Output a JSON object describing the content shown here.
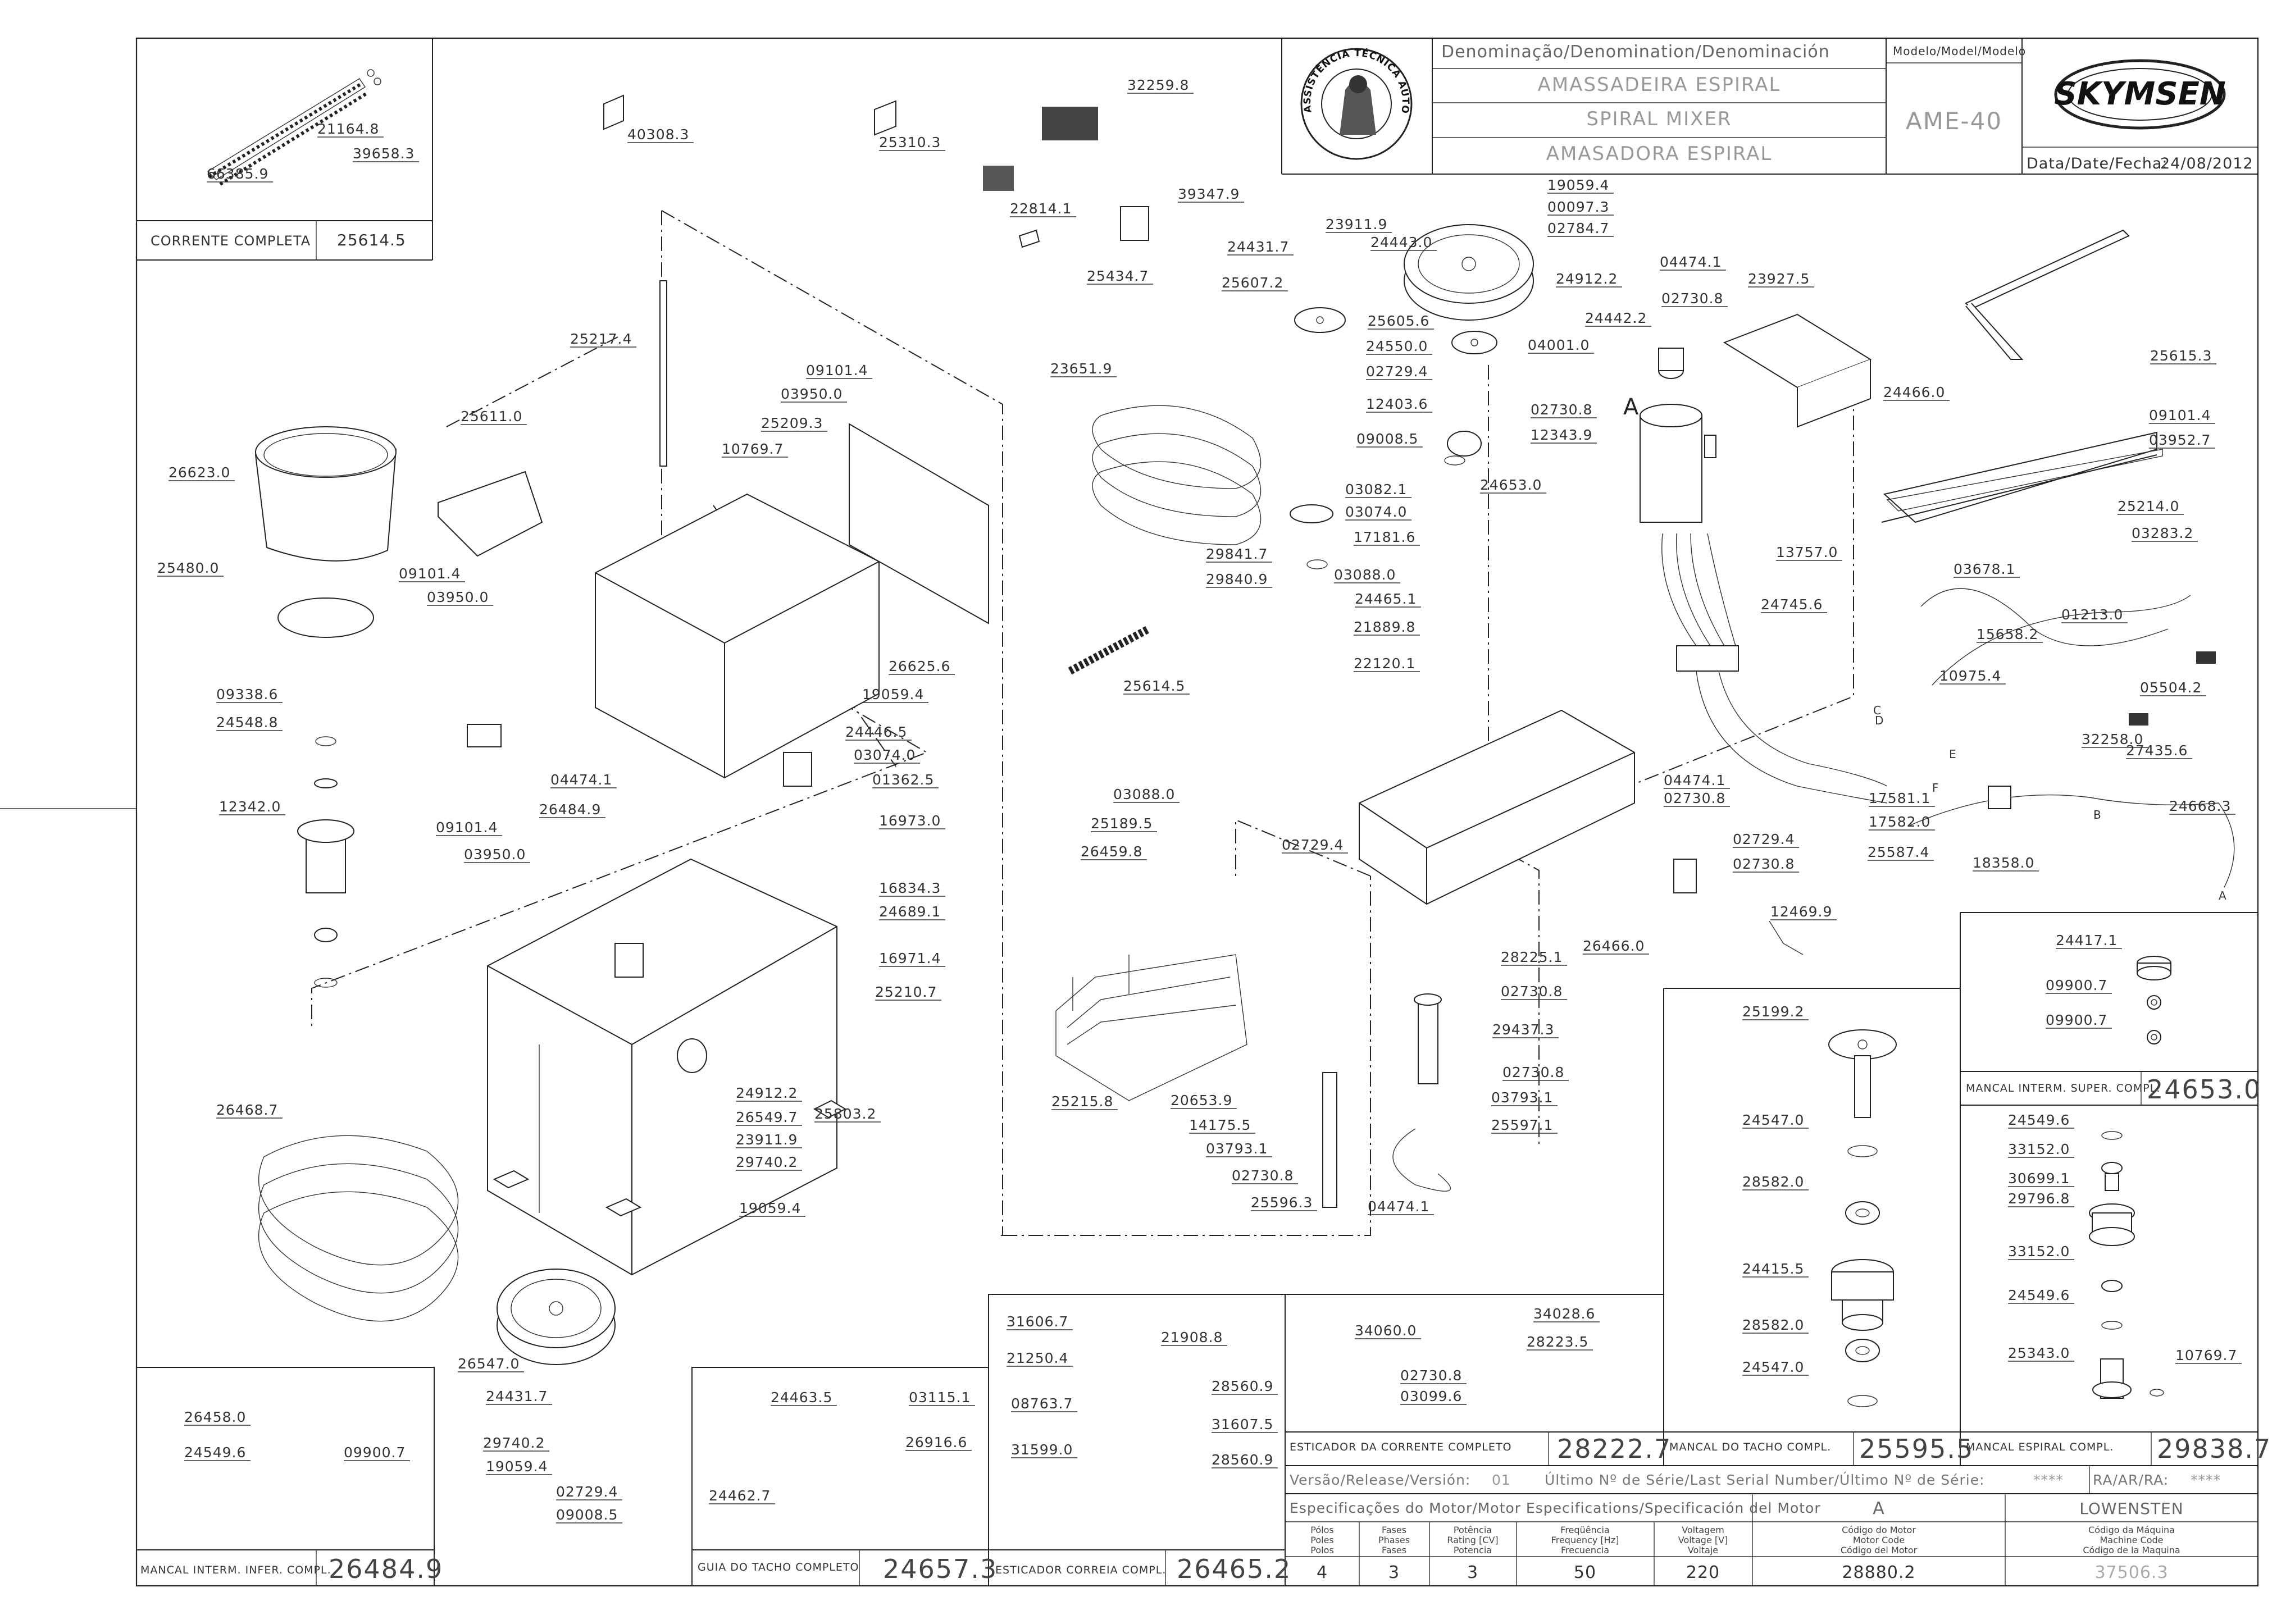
{
  "title_block": {
    "denomination_header": "Denominação/Denomination/Denominación",
    "model_header": "Modelo/Model/Modelo",
    "name_pt": "AMASSADEIRA ESPIRAL",
    "name_en": "SPIRAL MIXER",
    "name_es": "AMASADORA ESPIRAL",
    "model": "AME-40",
    "brand": "SKYMSEN",
    "date_label": "Data/Date/Fecha:",
    "date": "24/08/2012",
    "seal_text": "ASSISTÊNCIA TÉCNICA AUTORIZADA",
    "version_label": "Versão/Release/Versión:",
    "version": "01",
    "last_serial_label": "Último Nº de Série/Last Serial Number/Último Nº de Série:",
    "last_serial": "****",
    "ra_label": "RA/AR/RA:",
    "ra": "****"
  },
  "motor_specs": {
    "header": "Especificações do Motor/Motor Especifications/Specificación del Motor",
    "motor_letter": "A",
    "manufacturer": "LOWENSTEN",
    "columns": [
      {
        "l1": "Pólos",
        "l2": "Poles",
        "l3": "Polos",
        "value": "4"
      },
      {
        "l1": "Fases",
        "l2": "Phases",
        "l3": "Fases",
        "value": "3"
      },
      {
        "l1": "Potência",
        "l2": "Rating [CV]",
        "l3": "Potencia",
        "value": "3"
      },
      {
        "l1": "Freqüência",
        "l2": "Frequency [Hz]",
        "l3": "Frecuencia",
        "value": "50"
      },
      {
        "l1": "Voltagem",
        "l2": "Voltage [V]",
        "l3": "Voltaje",
        "value": "220"
      },
      {
        "l1": "Código do Motor",
        "l2": "Motor Code",
        "l3": "Código del Motor",
        "value": "28880.2"
      },
      {
        "l1": "Código da Máquina",
        "l2": "Machine Code",
        "l3": "Código de la Maquina",
        "value": "37506.3"
      }
    ]
  },
  "assemblies": [
    {
      "name": "CORRENTE COMPLETA",
      "code": "25614.5"
    },
    {
      "name": "MANCAL INTERM. INFER. COMPL.",
      "code": "26484.9"
    },
    {
      "name": "GUIA DO TACHO COMPLETO",
      "code": "24657.3"
    },
    {
      "name": "ESTICADOR CORREIA COMPL.",
      "code": "26465.2"
    },
    {
      "name": "ESTICADOR DA CORRENTE COMPLETO",
      "code": "28222.7"
    },
    {
      "name": "MANCAL DO TACHO COMPL.",
      "code": "25595.5"
    },
    {
      "name": "MANCAL ESPIRAL COMPL.",
      "code": "29838.7"
    },
    {
      "name": "MANCAL INTERM. SUPER. COMPL.",
      "code": "24653.0"
    }
  ],
  "part_labels": [
    "21164.8",
    "39658.3",
    "66385.9",
    "40308.3",
    "25310.3",
    "32259.8",
    "22814.1",
    "39347.9",
    "25434.7",
    "25217.4",
    "09101.4",
    "03950.0",
    "25209.3",
    "10769.7",
    "25611.0",
    "26623.0",
    "25480.0",
    "09101.4",
    "03950.0",
    "26625.6",
    "19059.4",
    "09338.6",
    "24548.8",
    "24446.5",
    "03074.0",
    "01362.5",
    "12342.0",
    "04474.1",
    "26484.9",
    "09101.4",
    "03950.0",
    "16973.0",
    "16834.3",
    "24689.1",
    "16971.4",
    "25210.7",
    "24912.2",
    "26549.7",
    "23911.9",
    "29740.2",
    "19059.4",
    "25803.2",
    "26468.7",
    "26547.0",
    "24431.7",
    "29740.2",
    "19059.4",
    "02729.4",
    "09008.5",
    "23651.9",
    "25614.5",
    "19059.4",
    "00097.3",
    "02784.7",
    "23911.9",
    "24443.0",
    "24431.7",
    "25607.2",
    "24912.2",
    "25605.6",
    "24550.0",
    "02729.4",
    "12403.6",
    "09008.5",
    "03082.1",
    "03074.0",
    "17181.6",
    "29841.7",
    "29840.9",
    "03088.0",
    "24465.1",
    "21889.8",
    "22120.1",
    "04474.1",
    "02730.8",
    "23927.5",
    "24442.2",
    "04001.0",
    "02730.8",
    "12343.9",
    "24653.0",
    "24466.0",
    "13757.0",
    "24745.6",
    "25615.3",
    "09101.4",
    "03952.7",
    "25214.0",
    "03283.2",
    "03678.1",
    "01213.0",
    "15658.2",
    "10975.4",
    "05504.2",
    "32258.0",
    "27435.6",
    "04474.1",
    "02730.8",
    "17581.1",
    "17582.0",
    "25587.4",
    "24668.3",
    "18358.0",
    "02729.4",
    "02730.8",
    "12469.9",
    "03088.0",
    "25189.5",
    "26459.8",
    "02729.4",
    "26466.0",
    "28225.1",
    "02730.8",
    "29437.3",
    "25215.8",
    "20653.9",
    "14175.5",
    "02730.8",
    "03793.1",
    "25597.1",
    "03793.1",
    "02730.8",
    "25596.3",
    "04474.1"
  ],
  "bearing_labels": [
    "24417.1",
    "09900.7",
    "09900.7",
    "25199.2",
    "24547.0",
    "28582.0",
    "24415.5",
    "28582.0",
    "24547.0",
    "24549.6",
    "33152.0",
    "30699.1",
    "29796.8",
    "33152.0",
    "24549.6",
    "25343.0",
    "10769.7"
  ],
  "misc_labels": [
    "26458.0",
    "24549.6",
    "09900.7",
    "24463.5",
    "03115.1",
    "26916.6",
    "24462.7",
    "31606.7",
    "21908.8",
    "21250.4",
    "28560.9",
    "08763.7",
    "31607.5",
    "31599.0",
    "28560.9",
    "34060.0",
    "34028.6",
    "28223.5",
    "02730.8",
    "03099.6"
  ],
  "motor_marker": "A",
  "wire_letters": [
    "D",
    "C",
    "B",
    "A",
    "E",
    "F"
  ]
}
